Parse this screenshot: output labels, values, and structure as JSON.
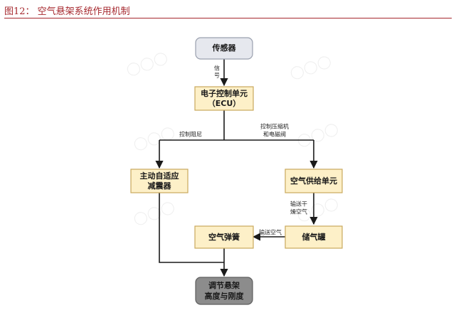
{
  "header": {
    "title": "图12：  空气悬架系统作用机制"
  },
  "nodes": {
    "sensor": "传感器",
    "ecu_line1": "电子控制单元",
    "ecu_line2": "（ECU）",
    "damper_line1": "主动自适应",
    "damper_line2": "减震器",
    "air_supply": "空气供给单元",
    "reservoir": "储气罐",
    "air_spring": "空气弹簧",
    "result_line1": "调节悬架",
    "result_line2": "高度与刚度"
  },
  "edges": {
    "signal_line1": "信",
    "signal_line2": "号",
    "control_damping": "控制阻尼",
    "control_compressor_line1": "控制压缩机",
    "control_compressor_line2": "和电磁阀",
    "dry_air_line1": "输送干",
    "dry_air_line2": "燥空气",
    "deliver_air": "输送空气"
  },
  "colors": {
    "accent": "#a6282e",
    "box_fill": "#fdf0c8",
    "box_stroke": "#c9a85c",
    "sensor_fill": "#e6e8ee",
    "result_fill": "#8c8c8c"
  }
}
